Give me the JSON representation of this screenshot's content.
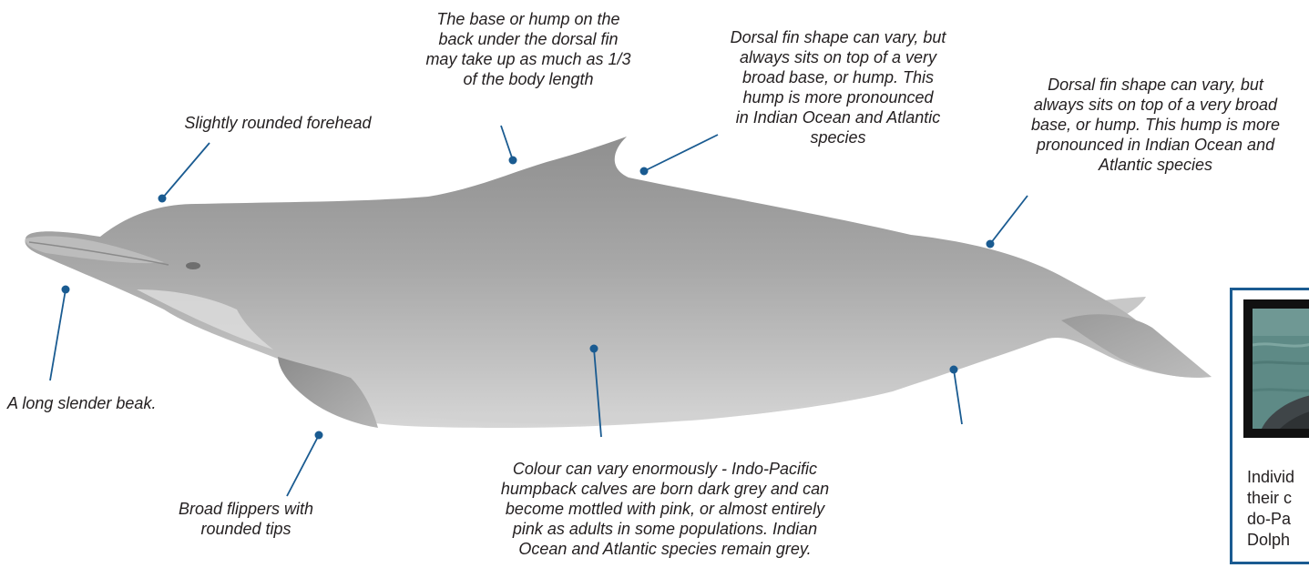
{
  "callouts": {
    "forehead": "Slightly rounded forehead",
    "hump_base": "The base or hump on the\nback under the dorsal fin\nmay take up as much as 1/3\n of the body length",
    "dorsal_fin_1": "Dorsal fin shape can vary, but\nalways sits on top of a very\nbroad base, or hump. This\nhump is more pronounced\nin Indian Ocean and Atlantic\nspecies",
    "dorsal_fin_2": "Dorsal fin shape can vary, but\nalways sits on top of a very broad\nbase, or hump. This hump is more\npronounced in Indian Ocean and\nAtlantic species",
    "beak": "A long slender beak.",
    "flippers": "Broad flippers with\nrounded tips",
    "colour": "Colour can vary enormously  - Indo-Pacific\nhumpback  calves are born dark grey and can\nbecome mottled with pink, or almost entirely\npink as adults in some populations.  Indian\nOcean and Atlantic species remain grey."
  },
  "photo_caption": "Individ\ntheir c\ndo-Pa\nDolph",
  "colors": {
    "leader_line": "#1a5b91",
    "frame_border": "#1a5b91",
    "body_grey": "#a9a9a9",
    "belly_light": "#d9d9d9"
  }
}
